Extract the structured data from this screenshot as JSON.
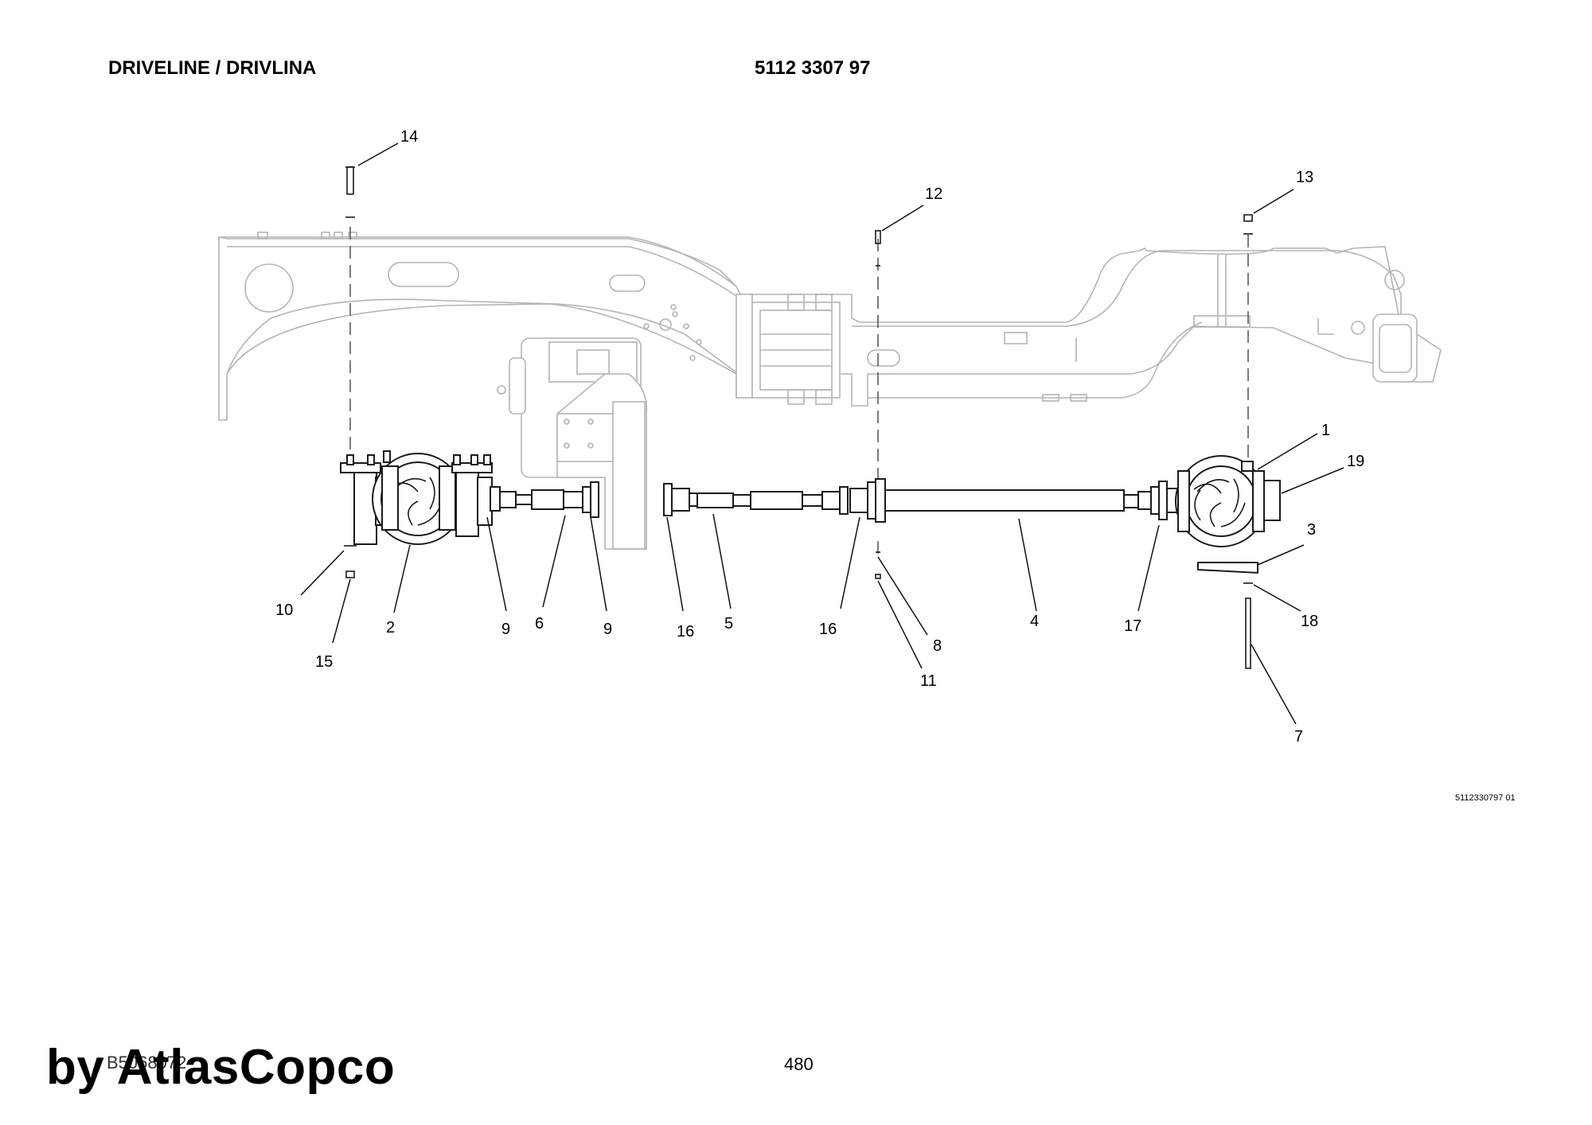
{
  "header": {
    "title": "DRIVELINE / DRIVLINA",
    "part_number": "5112 3307 97"
  },
  "callouts": [
    {
      "id": "c1",
      "label": "1"
    },
    {
      "id": "c2",
      "label": "2"
    },
    {
      "id": "c3",
      "label": "3"
    },
    {
      "id": "c4",
      "label": "4"
    },
    {
      "id": "c5",
      "label": "5"
    },
    {
      "id": "c6",
      "label": "6"
    },
    {
      "id": "c7",
      "label": "7"
    },
    {
      "id": "c8",
      "label": "8"
    },
    {
      "id": "c9a",
      "label": "9"
    },
    {
      "id": "c9b",
      "label": "9"
    },
    {
      "id": "c10",
      "label": "10"
    },
    {
      "id": "c11",
      "label": "11"
    },
    {
      "id": "c12",
      "label": "12"
    },
    {
      "id": "c13",
      "label": "13"
    },
    {
      "id": "c14",
      "label": "14"
    },
    {
      "id": "c15",
      "label": "15"
    },
    {
      "id": "c16a",
      "label": "16"
    },
    {
      "id": "c16b",
      "label": "16"
    },
    {
      "id": "c17",
      "label": "17"
    },
    {
      "id": "c18",
      "label": "18"
    },
    {
      "id": "c19",
      "label": "19"
    }
  ],
  "drawing_ref": "5112330797 01",
  "footer": {
    "doc_code": "B5068072",
    "page": "480",
    "watermark": "by AtlasCopco"
  }
}
